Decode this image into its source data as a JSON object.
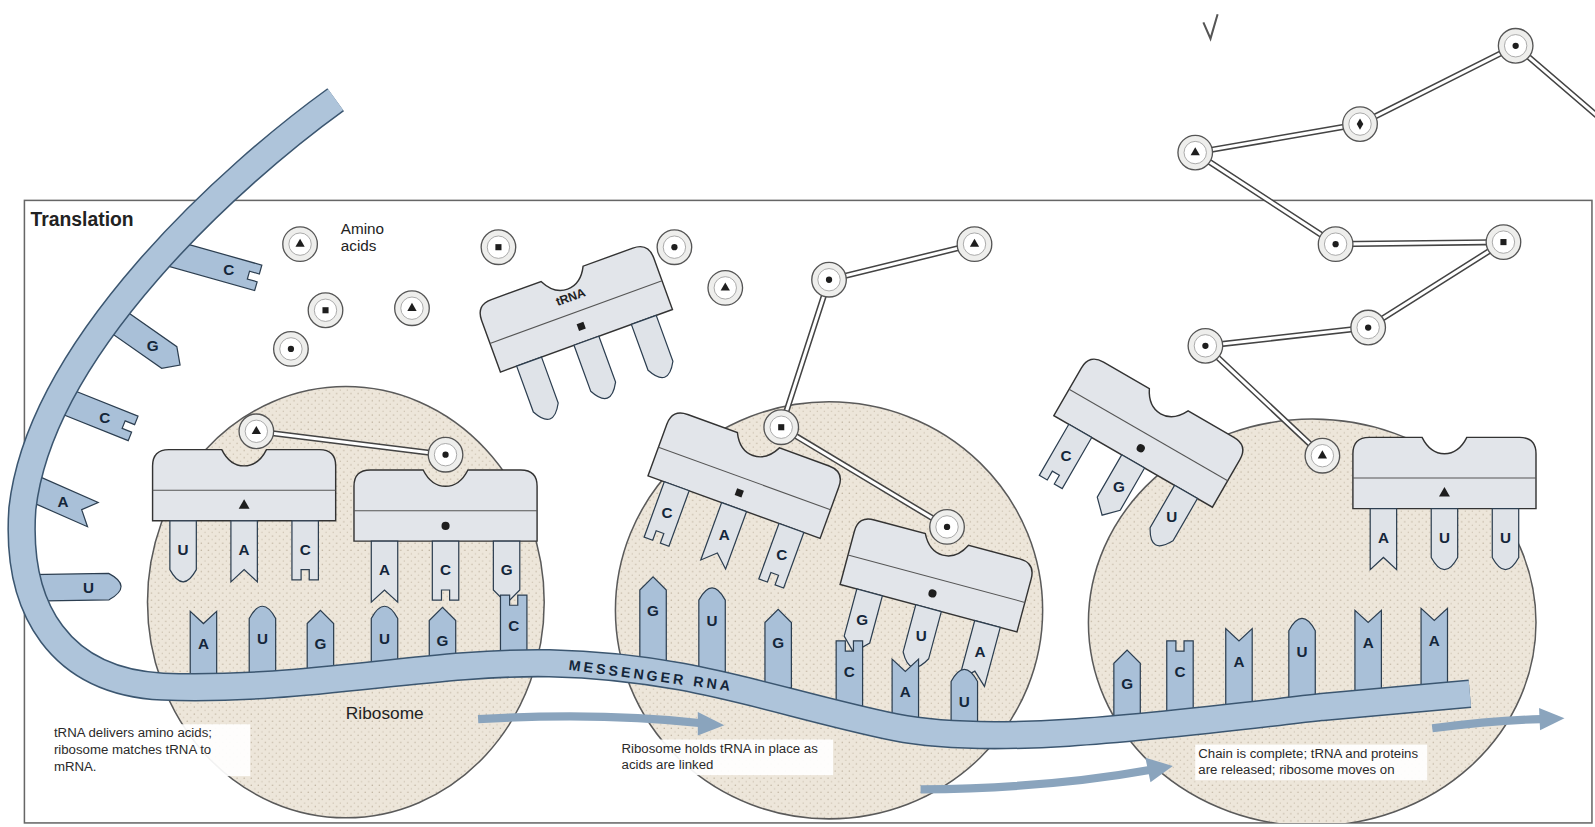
{
  "diagram": {
    "title": "Translation",
    "labels": [
      "Amino acids",
      "tRNA",
      "C",
      "G",
      "C",
      "A",
      "U",
      "U",
      "A",
      "C",
      "A",
      "C",
      "G",
      "A",
      "U",
      "G",
      "U",
      "G",
      "C",
      "C",
      "A",
      "C",
      "G",
      "U",
      "A",
      "G",
      "U",
      "G",
      "C",
      "A",
      "U",
      "MESSENGER RNA",
      "Ribosome",
      "C",
      "G",
      "U",
      "A",
      "U",
      "U",
      "G",
      "C",
      "A",
      "U",
      "A",
      "A",
      "tRNA delivers amino acids; ribosome matches tRNA to mRNA.",
      "Ribosome holds tRNA in place as acids are linked",
      "Chain is complete; tRNA and proteins are released; ribosome moves on"
    ]
  }
}
